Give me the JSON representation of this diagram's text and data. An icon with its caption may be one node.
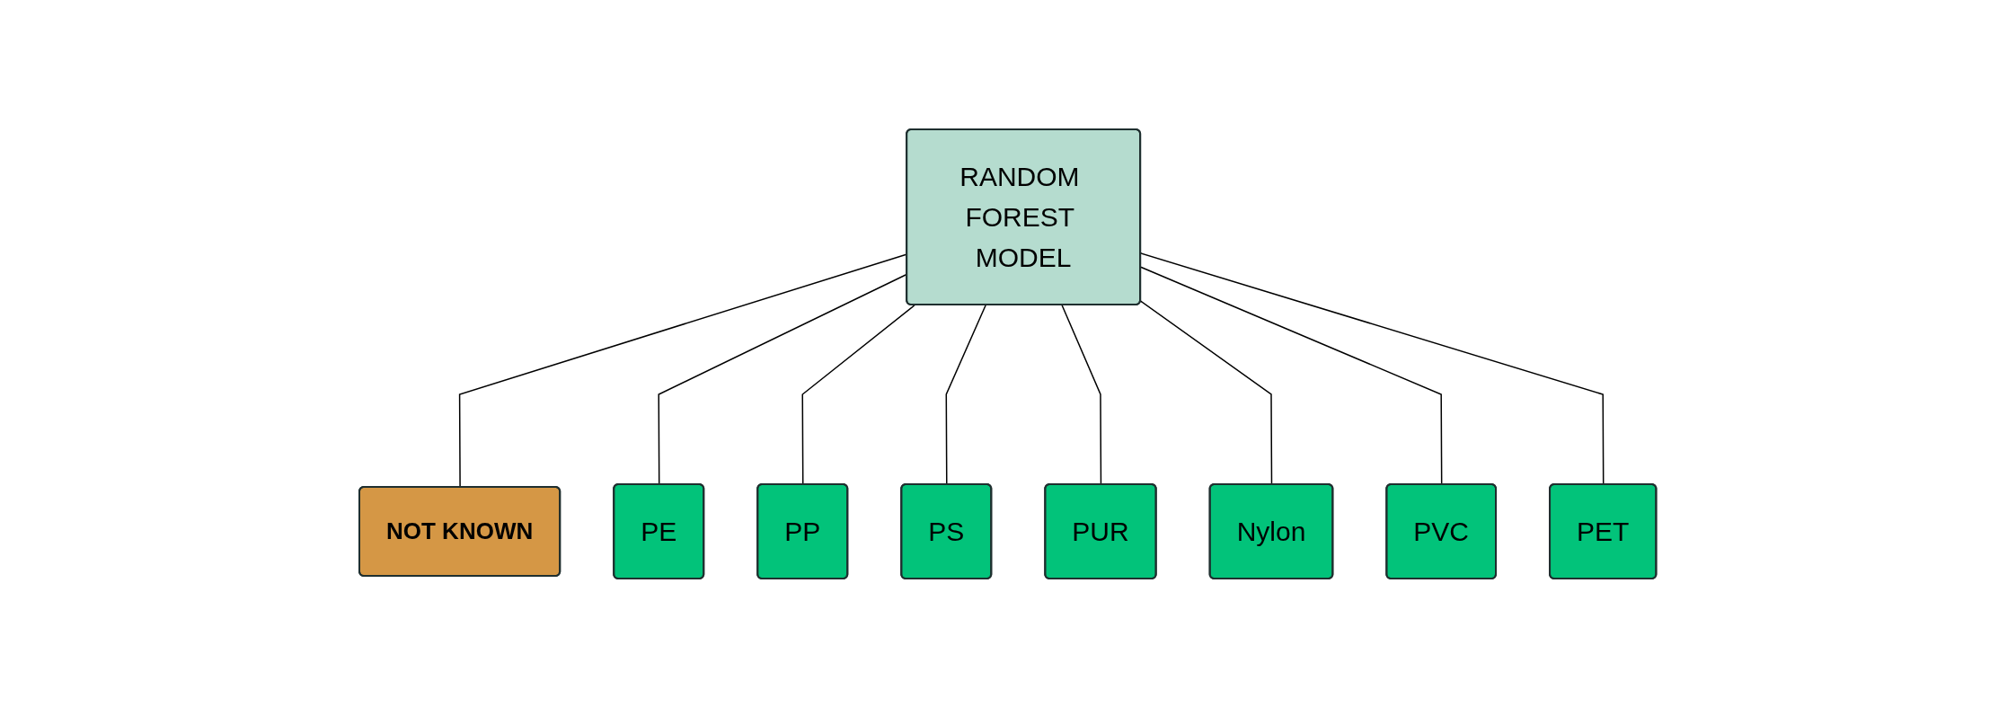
{
  "diagram": {
    "nodes": [
      {
        "text": [
          "RANDOM FOREST MODEL"
        ]
      },
      {
        "text": [
          "NOT KNOWN"
        ]
      },
      {
        "text": [
          "PE"
        ]
      },
      {
        "text": [
          "PP"
        ]
      },
      {
        "text": [
          "PS"
        ]
      },
      {
        "text": [
          "PUR"
        ]
      },
      {
        "text": [
          "Nylon"
        ]
      },
      {
        "text": [
          "PVC"
        ]
      },
      {
        "text": [
          "PET"
        ]
      }
    ],
    "edges": [
      {
        "from": 0,
        "to": 1,
        "arrow": "none"
      },
      {
        "from": 0,
        "to": 2,
        "arrow": "none"
      },
      {
        "from": 0,
        "to": 3,
        "arrow": "none"
      },
      {
        "from": 0,
        "to": 4,
        "arrow": "none"
      },
      {
        "from": 0,
        "to": 5,
        "arrow": "none"
      },
      {
        "from": 0,
        "to": 6,
        "arrow": "none"
      },
      {
        "from": 0,
        "to": 7,
        "arrow": "none"
      },
      {
        "from": 0,
        "to": 8,
        "arrow": "none"
      }
    ]
  }
}
